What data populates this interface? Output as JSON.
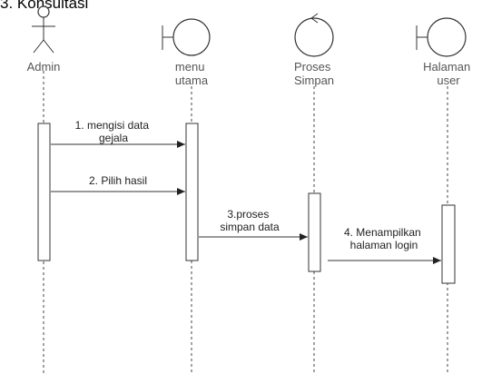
{
  "title": "3. Konsultasi",
  "participants": [
    {
      "id": "admin",
      "type": "actor",
      "label_lines": [
        "Admin"
      ]
    },
    {
      "id": "menu",
      "type": "boundary",
      "label_lines": [
        "menu",
        "utama"
      ]
    },
    {
      "id": "proses",
      "type": "control",
      "label_lines": [
        "Proses",
        "Simpan"
      ]
    },
    {
      "id": "halaman",
      "type": "boundary",
      "label_lines": [
        "Halaman",
        "user"
      ]
    }
  ],
  "messages": [
    {
      "label_lines": [
        "1. mengisi data",
        "gejala"
      ]
    },
    {
      "label_lines": [
        "2. Pilih hasil"
      ]
    },
    {
      "label_lines": [
        "3.proses",
        "simpan data"
      ]
    },
    {
      "label_lines": [
        "4. Menampilkan",
        "halaman login"
      ]
    }
  ]
}
